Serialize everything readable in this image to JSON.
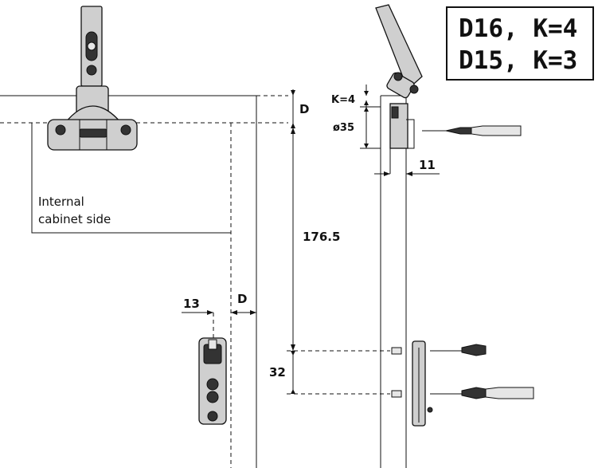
{
  "variants": {
    "line1": "D16, K=4",
    "line2": "D15, K=3"
  },
  "labels": {
    "internal_side_line1": "Internal",
    "internal_side_line2": "cabinet side",
    "dim_d_top": "D",
    "dim_d_mid": "D",
    "dim_13": "13",
    "dim_176_5": "176.5",
    "dim_32": "32",
    "dim_k4": "K=4",
    "dim_35": "ø35",
    "dim_11": "11"
  }
}
